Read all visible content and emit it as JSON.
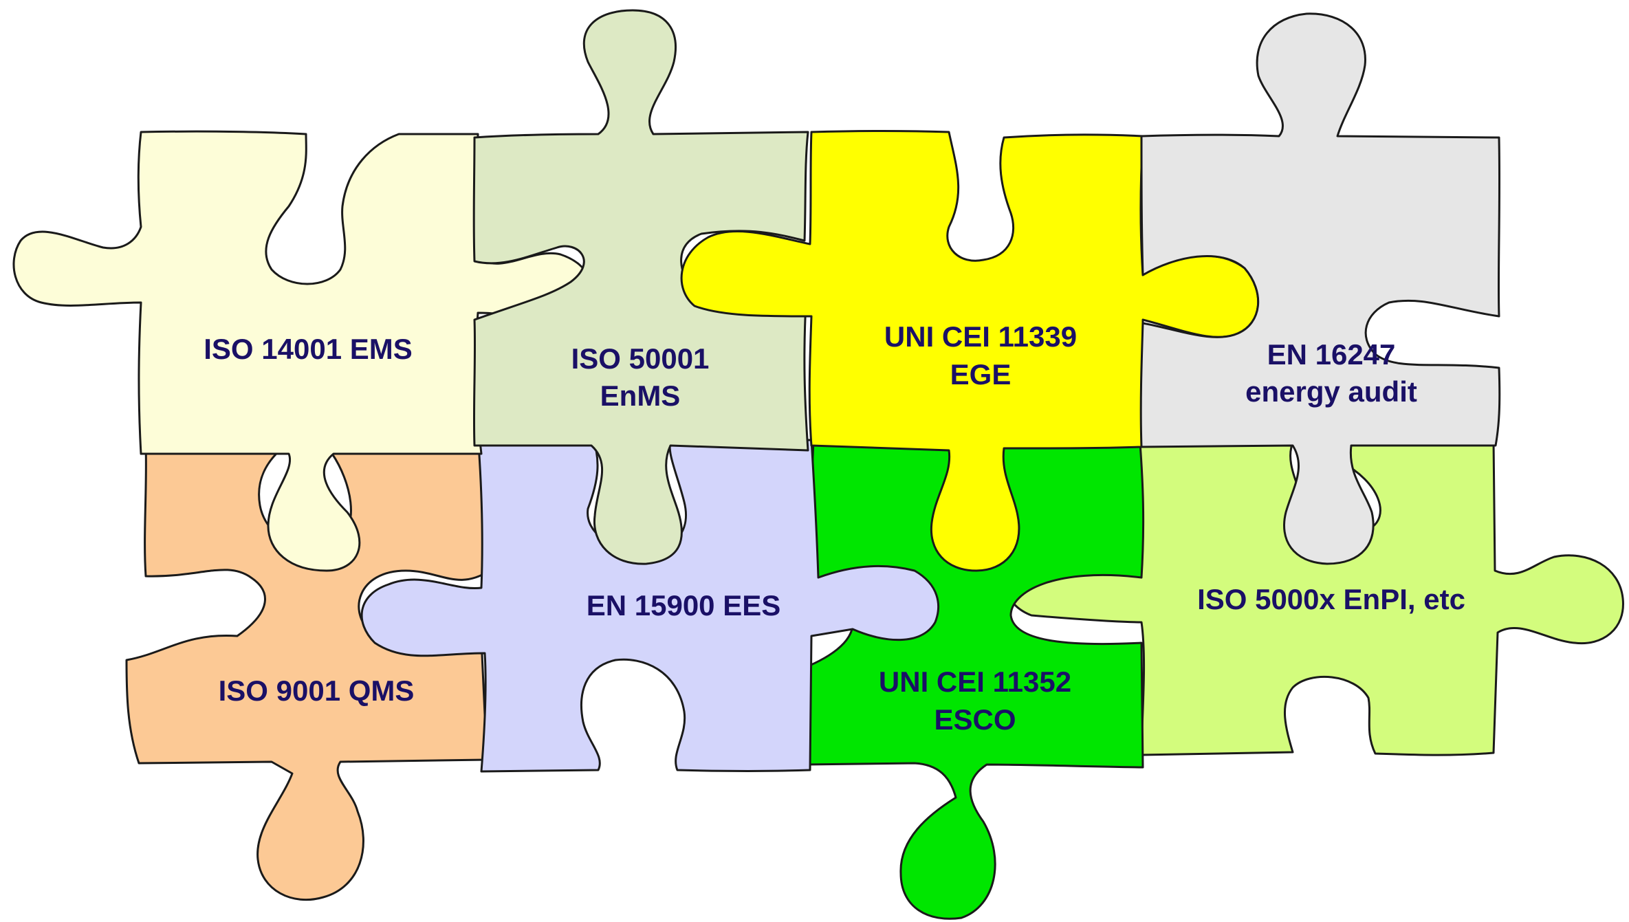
{
  "pieces": [
    {
      "id": "iso-14001",
      "lines": [
        "ISO 14001 EMS"
      ],
      "color": "#fdfdd8"
    },
    {
      "id": "iso-50001",
      "lines": [
        "ISO 50001",
        "EnMS"
      ],
      "color": "#dde9c4"
    },
    {
      "id": "uni-cei-11339",
      "lines": [
        "UNI CEI 11339",
        "EGE"
      ],
      "color": "#ffff00"
    },
    {
      "id": "en-16247",
      "lines": [
        "EN 16247",
        "energy audit"
      ],
      "color": "#e6e6e6"
    },
    {
      "id": "iso-9001",
      "lines": [
        "ISO 9001 QMS"
      ],
      "color": "#fcc995"
    },
    {
      "id": "en-15900",
      "lines": [
        "EN 15900 EES"
      ],
      "color": "#d3d5fb"
    },
    {
      "id": "uni-cei-11352",
      "lines": [
        "UNI CEI 11352",
        "ESCO"
      ],
      "color": "#00e600"
    },
    {
      "id": "iso-5000x",
      "lines": [
        "ISO 5000x EnPI, etc"
      ],
      "color": "#d3fc7d"
    }
  ]
}
